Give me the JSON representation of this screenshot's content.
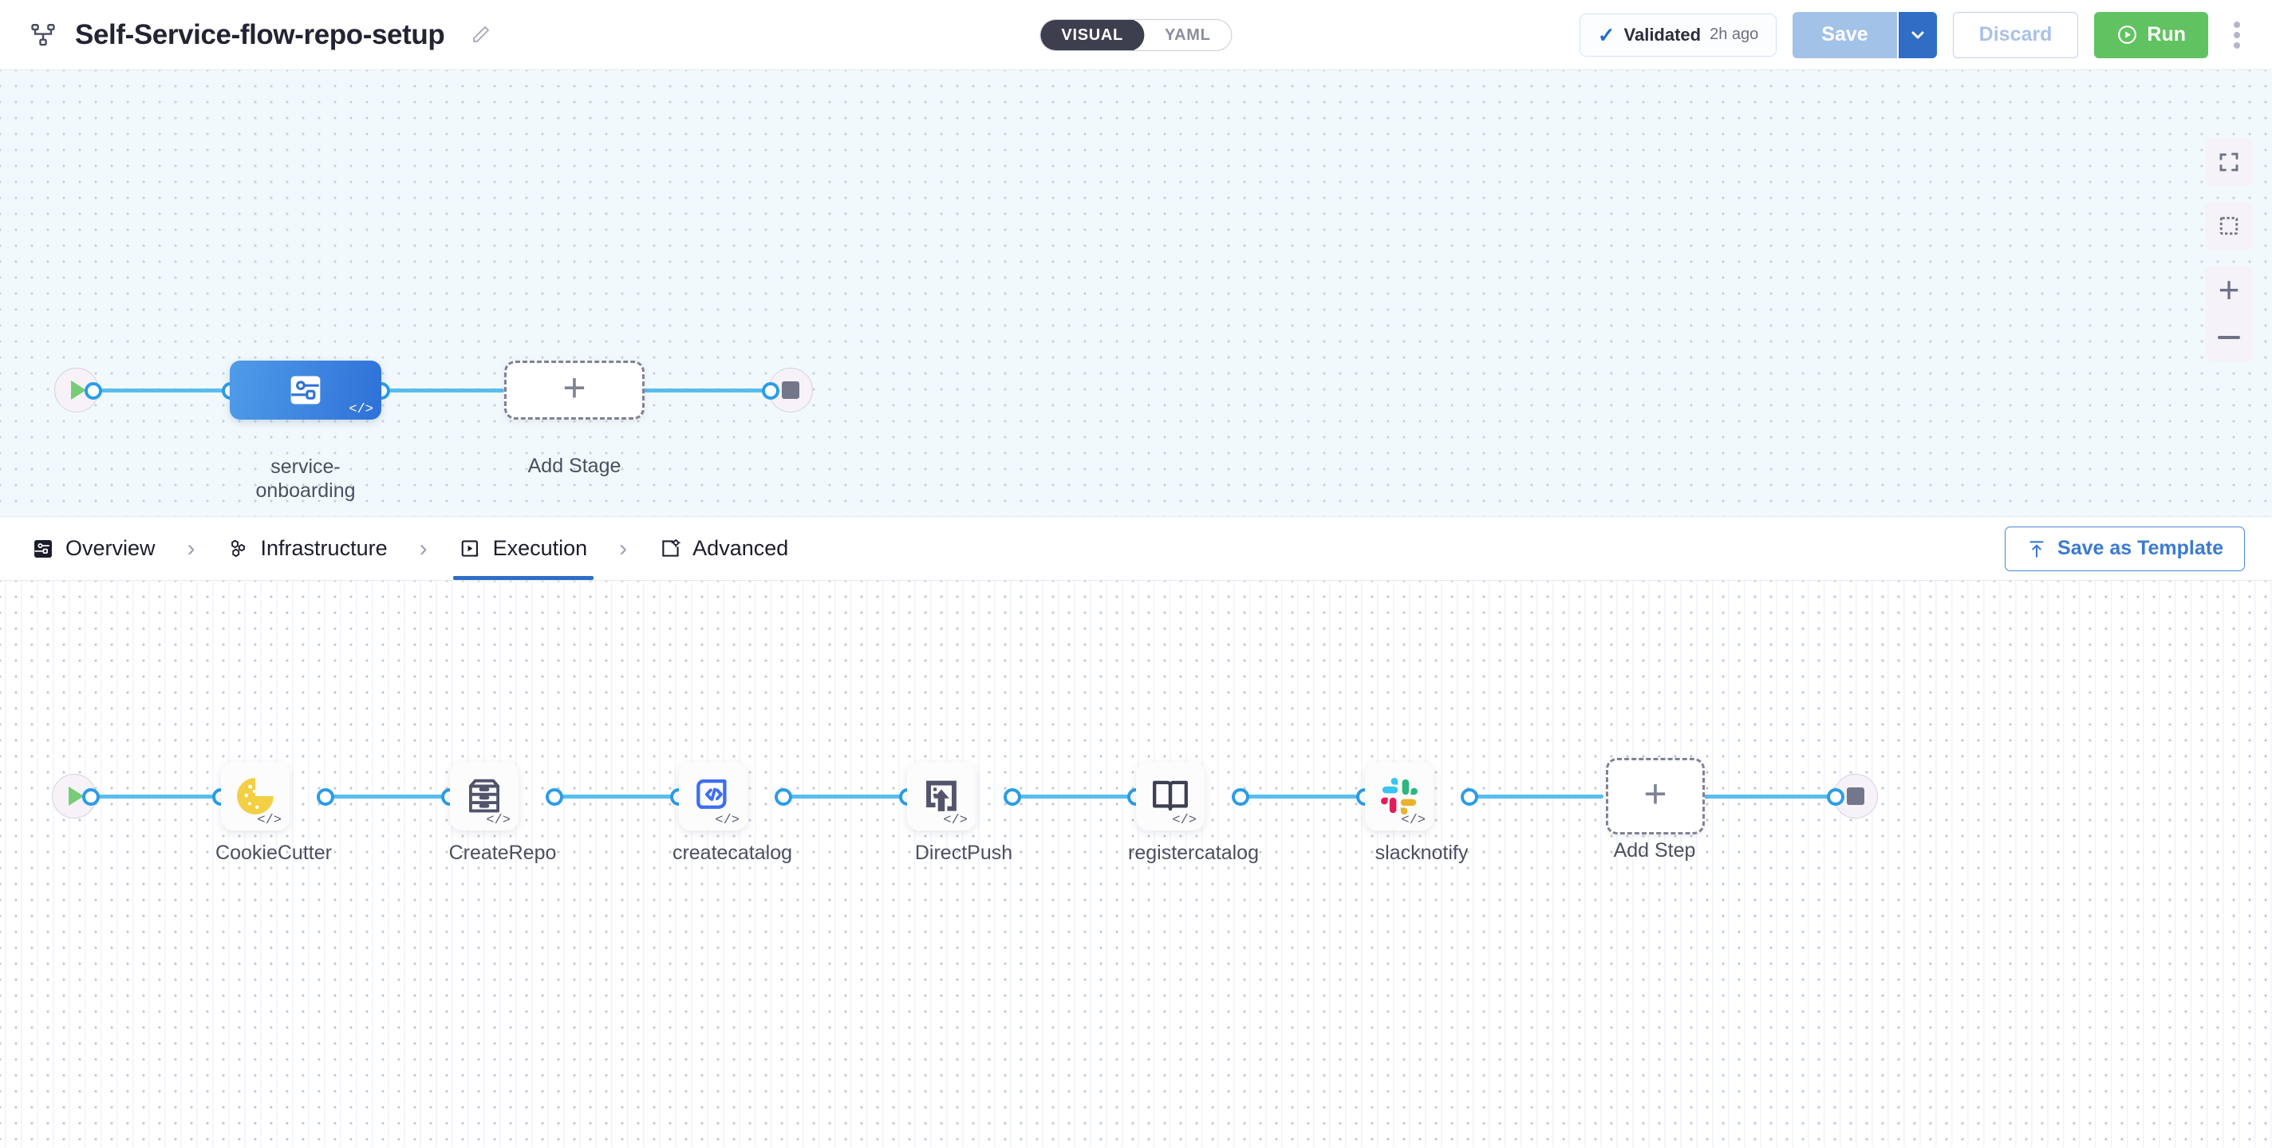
{
  "header": {
    "pipeline_icon": "pipeline-nodes-icon",
    "title": "Self-Service-flow-repo-setup",
    "edit_icon": "pencil-edit-icon",
    "mode_toggle": {
      "options": [
        "VISUAL",
        "YAML"
      ],
      "selected": "VISUAL"
    },
    "validated": {
      "check_icon": "check-icon",
      "label": "Validated",
      "time": "2h ago"
    },
    "save_label": "Save",
    "save_caret_icon": "chevron-down-icon",
    "discard_label": "Discard",
    "run_label": "Run",
    "run_icon": "play-circle-icon",
    "more_icon": "kebab-menu-icon",
    "accent_blue": "#2f6ec4",
    "run_green": "#61c261"
  },
  "stage_canvas": {
    "start_node": {
      "icon": "play-icon",
      "name": "start"
    },
    "end_node": {
      "icon": "stop-icon",
      "name": "end"
    },
    "stages": [
      {
        "name": "service-onboarding",
        "label_line1": "service-",
        "label_line2": "onboarding",
        "icon": "deployment-stage-icon",
        "code_badge": "</>",
        "selected": true
      }
    ],
    "add_stage": {
      "label": "Add Stage",
      "icon": "plus-icon"
    },
    "controls": [
      {
        "name": "fit-to-screen-button",
        "icon": "expand-icon"
      },
      {
        "name": "area-select-button",
        "icon": "dashed-square-icon"
      },
      {
        "name": "zoom-in-button",
        "icon": "plus-icon"
      },
      {
        "name": "zoom-out-button",
        "icon": "minus-icon"
      }
    ]
  },
  "tabbar": {
    "tabs": [
      {
        "label": "Overview",
        "icon": "overview-icon",
        "active": false
      },
      {
        "label": "Infrastructure",
        "icon": "infrastructure-icon",
        "active": false
      },
      {
        "label": "Execution",
        "icon": "execution-icon",
        "active": true
      },
      {
        "label": "Advanced",
        "icon": "advanced-gear-icon",
        "active": false
      }
    ],
    "separator": "›",
    "save_as_template": {
      "label": "Save as Template",
      "icon": "upload-template-icon"
    }
  },
  "steps_canvas": {
    "start_node": {
      "icon": "play-icon",
      "name": "start"
    },
    "end_node": {
      "icon": "stop-icon",
      "name": "end"
    },
    "steps": [
      {
        "label": "CookieCutter",
        "icon": "cookie-icon",
        "code_badge": "</>"
      },
      {
        "label": "CreateRepo",
        "icon": "file-cabinet-icon",
        "code_badge": "</>"
      },
      {
        "label": "createcatalog",
        "icon": "code-scroll-icon",
        "code_badge": "</>"
      },
      {
        "label": "DirectPush",
        "icon": "upload-box-icon",
        "code_badge": "</>"
      },
      {
        "label": "registercatalog",
        "icon": "open-book-icon",
        "code_badge": "</>"
      },
      {
        "label": "slacknotify",
        "icon": "slack-icon",
        "code_badge": "</>"
      }
    ],
    "add_step": {
      "label": "Add Step",
      "icon": "plus-icon"
    }
  }
}
